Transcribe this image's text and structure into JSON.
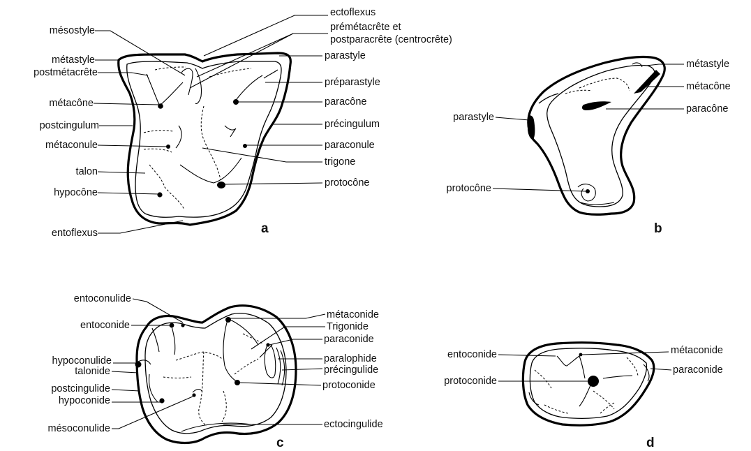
{
  "panels": {
    "a": {
      "letter": "a",
      "labels": {
        "ectoflexus": "ectoflexus",
        "premetacrete": "prémétacrête et",
        "centrocrete": "postparacrête (centrocrête)",
        "mesostyle": "mésostyle",
        "metastyle": "métastyle",
        "parastyle": "parastyle",
        "postmetacrete": "postmétacrête",
        "preparastyle": "préparastyle",
        "metacone": "métacône",
        "paracone": "paracône",
        "postcingulum": "postcingulum",
        "precingulum": "précingulum",
        "metaconule": "métaconule",
        "paraconule": "paraconule",
        "trigone": "trigone",
        "talon": "talon",
        "hypocone": "hypocône",
        "protocone": "protocône",
        "entoflexus": "entoflexus"
      }
    },
    "b": {
      "letter": "b",
      "labels": {
        "metastyle": "métastyle",
        "metacone": "métacône",
        "parastyle": "parastyle",
        "paracone": "paracône",
        "protocone": "protocône"
      }
    },
    "c": {
      "letter": "c",
      "labels": {
        "entoconulide": "entoconulide",
        "entoconide": "entoconide",
        "metaconide": "métaconide",
        "trigonide": "Trigonide",
        "paraconide": "paraconide",
        "hypoconulide": "hypoconulide",
        "paralophide": "paralophide",
        "talonide": "talonide",
        "precingulide": "précingulide",
        "postcingulide": "postcingulide",
        "protoconide": "protoconide",
        "hypoconide": "hypoconide",
        "mesoconulide": "mésoconulide",
        "ectocingulide": "ectocingulide"
      }
    },
    "d": {
      "letter": "d",
      "labels": {
        "entoconide": "entoconide",
        "metaconide": "métaconide",
        "paraconide": "paraconide",
        "protoconide": "protoconide"
      }
    }
  }
}
